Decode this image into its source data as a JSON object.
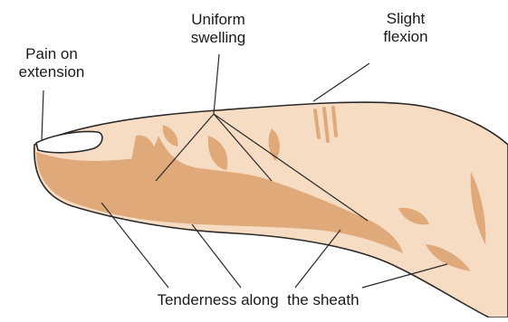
{
  "labels": {
    "pain_on_extension": [
      "Pain on",
      "extension"
    ],
    "uniform_swelling": [
      "Uniform",
      "swelling"
    ],
    "slight_flexion": [
      "Slight",
      "flexion"
    ],
    "tenderness": "Tenderness along  the sheath"
  },
  "colors": {
    "skin_light": "#f7dcc4",
    "skin_patch": "#dfa97a",
    "nail": "#ffffff",
    "outline": "#2a2a2a",
    "leader_line": "#2a2a2a"
  }
}
